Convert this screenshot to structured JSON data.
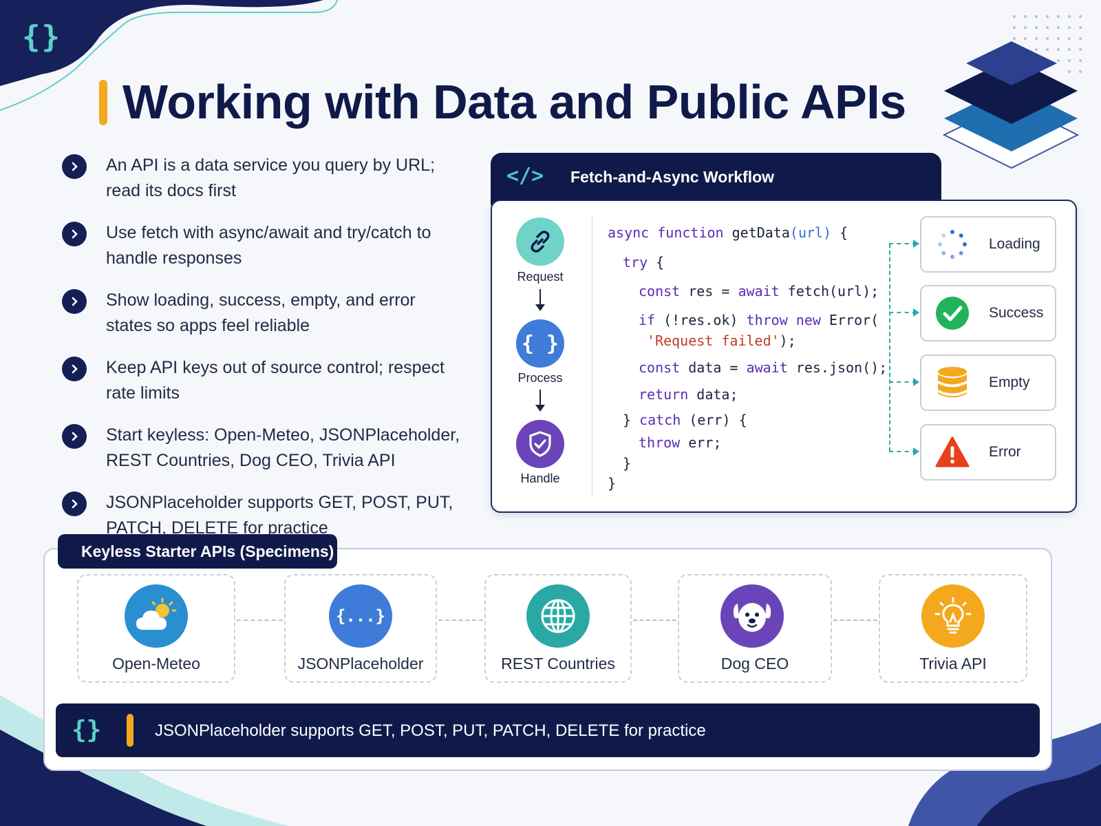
{
  "header": {
    "logo_glyph": "{}",
    "title": "Working with Data and Public APIs"
  },
  "bullets": [
    "An API is a data service you query by URL; read its docs first",
    "Use fetch with async/await and try/catch to handle responses",
    "Show loading, success, empty, and error states so apps feel reliable",
    "Keep API keys out of source control; respect rate limits",
    "Start keyless: Open-Meteo, JSONPlaceholder, REST Countries, Dog CEO, Trivia API",
    "JSONPlaceholder supports GET, POST, PUT, PATCH, DELETE for practice"
  ],
  "workflow": {
    "tab_icon": "</>",
    "title": "Fetch-and-Async Workflow",
    "steps": [
      {
        "label": "Request",
        "icon": "link-icon",
        "color": "#6fd3c7"
      },
      {
        "label": "Process",
        "icon": "braces-icon",
        "color": "#3f7bd8"
      },
      {
        "label": "Handle",
        "icon": "shield-check-icon",
        "color": "#6a44b8"
      }
    ],
    "code": {
      "l1_kw": "async function",
      "l1_fn": " getData",
      "l1_param": "(url)",
      "l1_end": " {",
      "l2_kw": "try",
      "l2_end": " {",
      "l3_kw1": "const",
      "l3_mid": " res = ",
      "l3_kw2": "await",
      "l3_end": " fetch(url);",
      "l4_kw1": "if",
      "l4_mid": " (!res.ok) ",
      "l4_kw2": "throw new",
      "l4_end": " Error(",
      "l5_str": "'Request failed'",
      "l5_end": ");",
      "l6_kw1": "const",
      "l6_mid": " data = ",
      "l6_kw2": "await",
      "l6_end": " res.json();",
      "l7_kw": "return",
      "l7_end": " data;",
      "l8_start": "} ",
      "l8_kw": "catch",
      "l8_end": " (err) {",
      "l9_kw": "throw",
      "l9_end": " err;",
      "l10": "}",
      "l11": "}"
    },
    "states": [
      {
        "label": "Loading",
        "icon": "spinner-icon"
      },
      {
        "label": "Success",
        "icon": "check-circle-icon",
        "color": "#22b35a"
      },
      {
        "label": "Empty",
        "icon": "database-icon",
        "color": "#f4a81d"
      },
      {
        "label": "Error",
        "icon": "warning-icon",
        "color": "#e8401c"
      }
    ]
  },
  "keyless": {
    "title": "Keyless Starter APIs (Specimens)",
    "apis": [
      {
        "name": "Open-Meteo",
        "icon": "weather-icon",
        "color": "#2a8fd0"
      },
      {
        "name": "JSONPlaceholder",
        "icon": "json-braces-icon",
        "color": "#3f7bd8"
      },
      {
        "name": "REST Countries",
        "icon": "globe-icon",
        "color": "#2aa9a4"
      },
      {
        "name": "Dog CEO",
        "icon": "dog-icon",
        "color": "#6a44b8"
      },
      {
        "name": "Trivia API",
        "icon": "lightbulb-icon",
        "color": "#f4a81d"
      }
    ]
  },
  "footer": {
    "icon": "{}",
    "text": "JSONPlaceholder supports GET, POST, PUT, PATCH, DELETE for practice"
  }
}
